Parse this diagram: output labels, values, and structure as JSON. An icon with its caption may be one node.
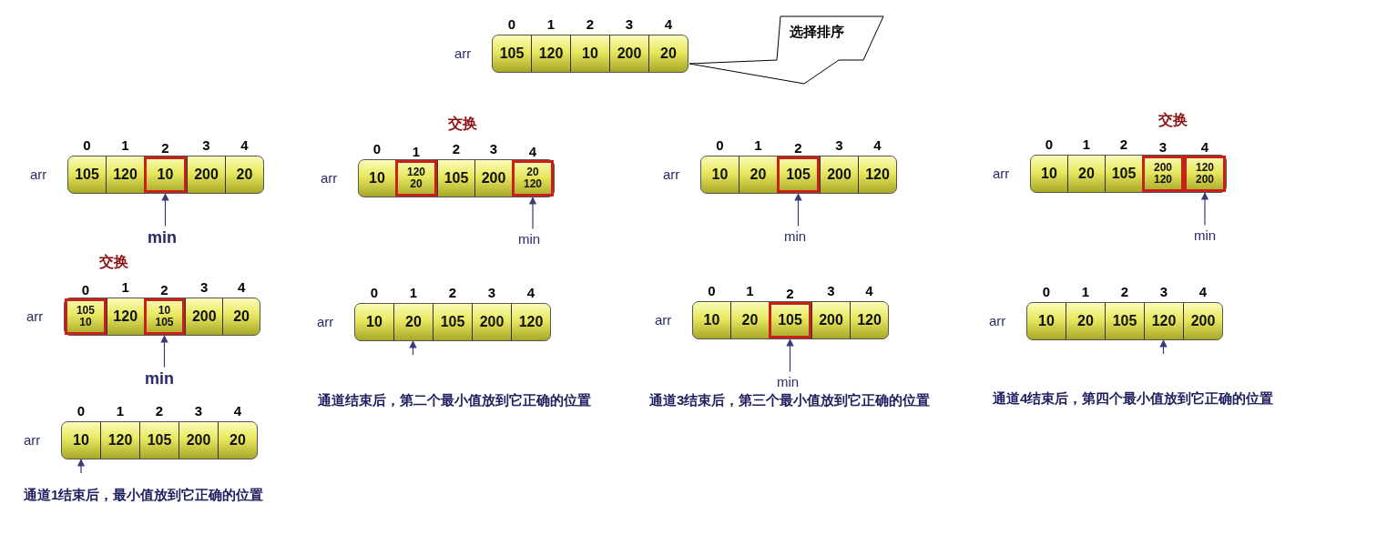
{
  "diagram": {
    "nodes": [
      {
        "text": [
          "选择排序"
        ]
      },
      {
        "text": [],
        "shape": "bar",
        "beside": [
          "arr"
        ]
      },
      {
        "text": [
          "105"
        ],
        "in": 1,
        "beside": [
          "0"
        ]
      },
      {
        "text": [
          "120"
        ],
        "in": 1,
        "beside": [
          "1"
        ]
      },
      {
        "text": [
          "10"
        ],
        "in": 1,
        "beside": [
          "2"
        ]
      },
      {
        "text": [
          "200"
        ],
        "in": 1,
        "beside": [
          "3"
        ]
      },
      {
        "text": [
          "20"
        ],
        "in": 1,
        "beside": [
          "4"
        ]
      },
      {
        "text": [],
        "shape": "bar",
        "beside": [
          "arr"
        ]
      },
      {
        "text": [
          "105"
        ],
        "in": 7,
        "beside": [
          "0"
        ]
      },
      {
        "text": [
          "120"
        ],
        "in": 7,
        "beside": [
          "1"
        ]
      },
      {
        "text": [
          "10"
        ],
        "in": 7,
        "beside": [
          "2"
        ]
      },
      {
        "text": [
          "200"
        ],
        "in": 7,
        "beside": [
          "3"
        ]
      },
      {
        "text": [
          "20"
        ],
        "in": 7,
        "beside": [
          "4"
        ]
      },
      {
        "text": [
          "min"
        ]
      },
      {
        "text": [],
        "shape": "bar",
        "beside": [
          "arr"
        ]
      },
      {
        "text": [
          "10"
        ],
        "in": 14,
        "beside": [
          "0"
        ]
      },
      {
        "text": [
          "120",
          "20"
        ],
        "in": 14,
        "beside": [
          "1"
        ]
      },
      {
        "text": [
          "105"
        ],
        "in": 14,
        "beside": [
          "2"
        ]
      },
      {
        "text": [
          "200"
        ],
        "in": 14,
        "beside": [
          "3"
        ]
      },
      {
        "text": [
          "20",
          "120"
        ],
        "in": 14,
        "beside": [
          "4"
        ]
      },
      {
        "text": [
          "min"
        ]
      },
      {
        "text": [],
        "shape": "bar",
        "beside": [
          "arr"
        ]
      },
      {
        "text": [
          "10"
        ],
        "in": 21,
        "beside": [
          "0"
        ]
      },
      {
        "text": [
          "20"
        ],
        "in": 21,
        "beside": [
          "1"
        ]
      },
      {
        "text": [
          "105"
        ],
        "in": 21,
        "beside": [
          "2"
        ]
      },
      {
        "text": [
          "200"
        ],
        "in": 21,
        "beside": [
          "3"
        ]
      },
      {
        "text": [
          "120"
        ],
        "in": 21,
        "beside": [
          "4"
        ]
      },
      {
        "text": [
          "min"
        ]
      },
      {
        "text": [],
        "shape": "bar",
        "beside": [
          "arr"
        ]
      },
      {
        "text": [
          "10"
        ],
        "in": 28,
        "beside": [
          "0"
        ]
      },
      {
        "text": [
          "20"
        ],
        "in": 28,
        "beside": [
          "1"
        ]
      },
      {
        "text": [
          "105"
        ],
        "in": 28,
        "beside": [
          "2"
        ]
      },
      {
        "text": [
          "200",
          "120"
        ],
        "in": 28,
        "beside": [
          "3"
        ]
      },
      {
        "text": [
          "120",
          "200"
        ],
        "in": 28,
        "beside": [
          "4"
        ]
      },
      {
        "text": [
          "min"
        ]
      },
      {
        "text": [],
        "shape": "bar",
        "beside": [
          "arr"
        ]
      },
      {
        "text": [
          "105",
          "10"
        ],
        "in": 35,
        "beside": [
          "0"
        ]
      },
      {
        "text": [
          "120"
        ],
        "in": 35,
        "beside": [
          "1"
        ]
      },
      {
        "text": [
          "10",
          "105"
        ],
        "in": 35,
        "beside": [
          "2"
        ]
      },
      {
        "text": [
          "200"
        ],
        "in": 35,
        "beside": [
          "3"
        ]
      },
      {
        "text": [
          "20"
        ],
        "in": 35,
        "beside": [
          "4"
        ]
      },
      {
        "text": [
          "min"
        ]
      },
      {
        "text": [],
        "shape": "bar",
        "beside": [
          "arr"
        ]
      },
      {
        "text": [
          "10"
        ],
        "in": 42,
        "beside": [
          "0"
        ]
      },
      {
        "text": [
          "20"
        ],
        "in": 42,
        "beside": [
          "1"
        ]
      },
      {
        "text": [
          "105"
        ],
        "in": 42,
        "beside": [
          "2"
        ]
      },
      {
        "text": [
          "200"
        ],
        "in": 42,
        "beside": [
          "3"
        ]
      },
      {
        "text": [
          "120"
        ],
        "in": 42,
        "beside": [
          "4"
        ]
      },
      {
        "text": [],
        "shape": "bar",
        "beside": [
          "arr"
        ]
      },
      {
        "text": [
          "10"
        ],
        "in": 48,
        "beside": [
          "0"
        ]
      },
      {
        "text": [
          "20"
        ],
        "in": 48,
        "beside": [
          "1"
        ]
      },
      {
        "text": [
          "105"
        ],
        "in": 48,
        "beside": [
          "2"
        ]
      },
      {
        "text": [
          "200"
        ],
        "in": 48,
        "beside": [
          "3"
        ]
      },
      {
        "text": [
          "120"
        ],
        "in": 48,
        "beside": [
          "4"
        ]
      },
      {
        "text": [
          "min"
        ]
      },
      {
        "text": [],
        "shape": "bar",
        "beside": [
          "arr"
        ]
      },
      {
        "text": [
          "10"
        ],
        "in": 55,
        "beside": [
          "0"
        ]
      },
      {
        "text": [
          "20"
        ],
        "in": 55,
        "beside": [
          "1"
        ]
      },
      {
        "text": [
          "105"
        ],
        "in": 55,
        "beside": [
          "2"
        ]
      },
      {
        "text": [
          "120"
        ],
        "in": 55,
        "beside": [
          "3"
        ]
      },
      {
        "text": [
          "200"
        ],
        "in": 55,
        "beside": [
          "4"
        ]
      },
      {
        "text": [],
        "shape": "bar",
        "beside": [
          "arr"
        ]
      },
      {
        "text": [
          "10"
        ],
        "in": 61,
        "beside": [
          "0"
        ]
      },
      {
        "text": [
          "120"
        ],
        "in": 61,
        "beside": [
          "1"
        ]
      },
      {
        "text": [
          "105"
        ],
        "in": 61,
        "beside": [
          "2"
        ]
      },
      {
        "text": [
          "200"
        ],
        "in": 61,
        "beside": [
          "3"
        ]
      },
      {
        "text": [
          "20"
        ],
        "in": 61,
        "beside": [
          "4"
        ]
      }
    ],
    "edges": [
      {
        "from": 13,
        "to": 10,
        "arrow": "to"
      },
      {
        "from": 20,
        "to": 19,
        "arrow": "to"
      },
      {
        "from": 27,
        "to": 24,
        "arrow": "to"
      },
      {
        "from": 34,
        "to": 33,
        "arrow": "to"
      },
      {
        "from": 41,
        "to": 38,
        "arrow": "to"
      },
      {
        "from": null,
        "to": 44,
        "arrow": "to"
      },
      {
        "from": 54,
        "to": 51,
        "arrow": "to"
      },
      {
        "from": null,
        "to": 59,
        "arrow": "to"
      },
      {
        "from": null,
        "to": 62,
        "arrow": "to"
      }
    ],
    "labels": [
      "交换",
      "交换",
      "交换",
      "通道结束后，第二个最小值放到它正确的位置",
      "通道3结束后，第三个最小值放到它正确的位置",
      "通道4结束后，第四个最小值放到它正确的位置",
      "通道1结束后，最小值放到它正确的位置"
    ]
  }
}
